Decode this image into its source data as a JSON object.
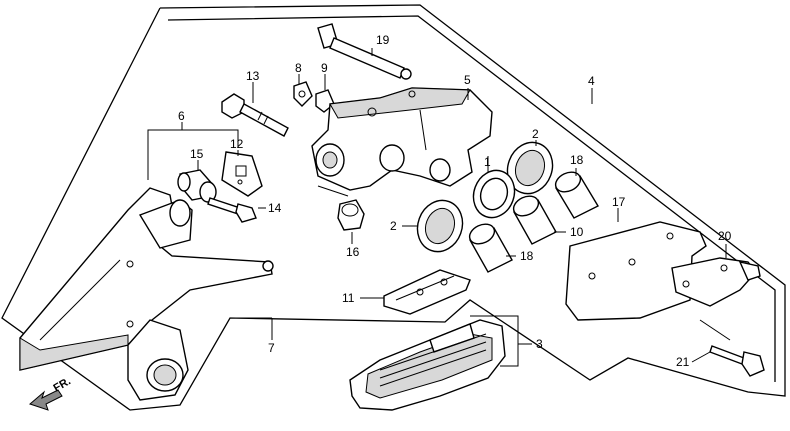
{
  "callouts": {
    "c1": "1",
    "c2a": "2",
    "c2b": "2",
    "c3": "3",
    "c4": "4",
    "c5": "5",
    "c6": "6",
    "c7": "7",
    "c8": "8",
    "c9": "9",
    "c10": "10",
    "c11": "11",
    "c12": "12",
    "c13": "13",
    "c14": "14",
    "c15": "15",
    "c16": "16",
    "c17": "17",
    "c18a": "18",
    "c18b": "18",
    "c19": "19",
    "c20": "20",
    "c21": "21"
  },
  "direction_label": "FR."
}
